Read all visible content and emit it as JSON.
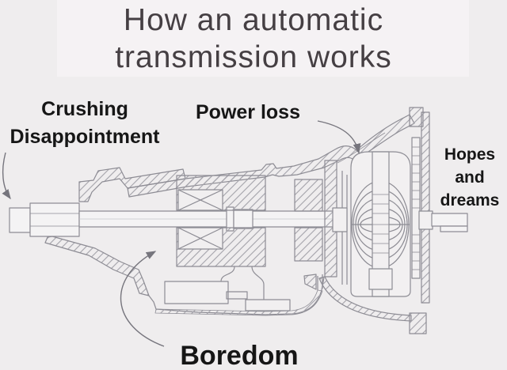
{
  "title": {
    "line1": "How an automatic",
    "line2": "transmission works"
  },
  "labels": {
    "crushing_disappointment": {
      "line1": "Crushing",
      "line2": "Disappointment"
    },
    "power_loss": {
      "text": "Power loss"
    },
    "hopes_and_dreams": {
      "line1": "Hopes",
      "line2": "and",
      "line3": "dreams"
    },
    "boredom": {
      "text": "Boredom"
    }
  },
  "colors": {
    "page_background": "#efedee",
    "caption_background": "#f5f2f4",
    "drawing_line": "#8d8c94",
    "hatch_line": "#a3a2a9",
    "leader_arrow": "#76757d",
    "label_text": "#161616",
    "title_text": "#453f43"
  }
}
